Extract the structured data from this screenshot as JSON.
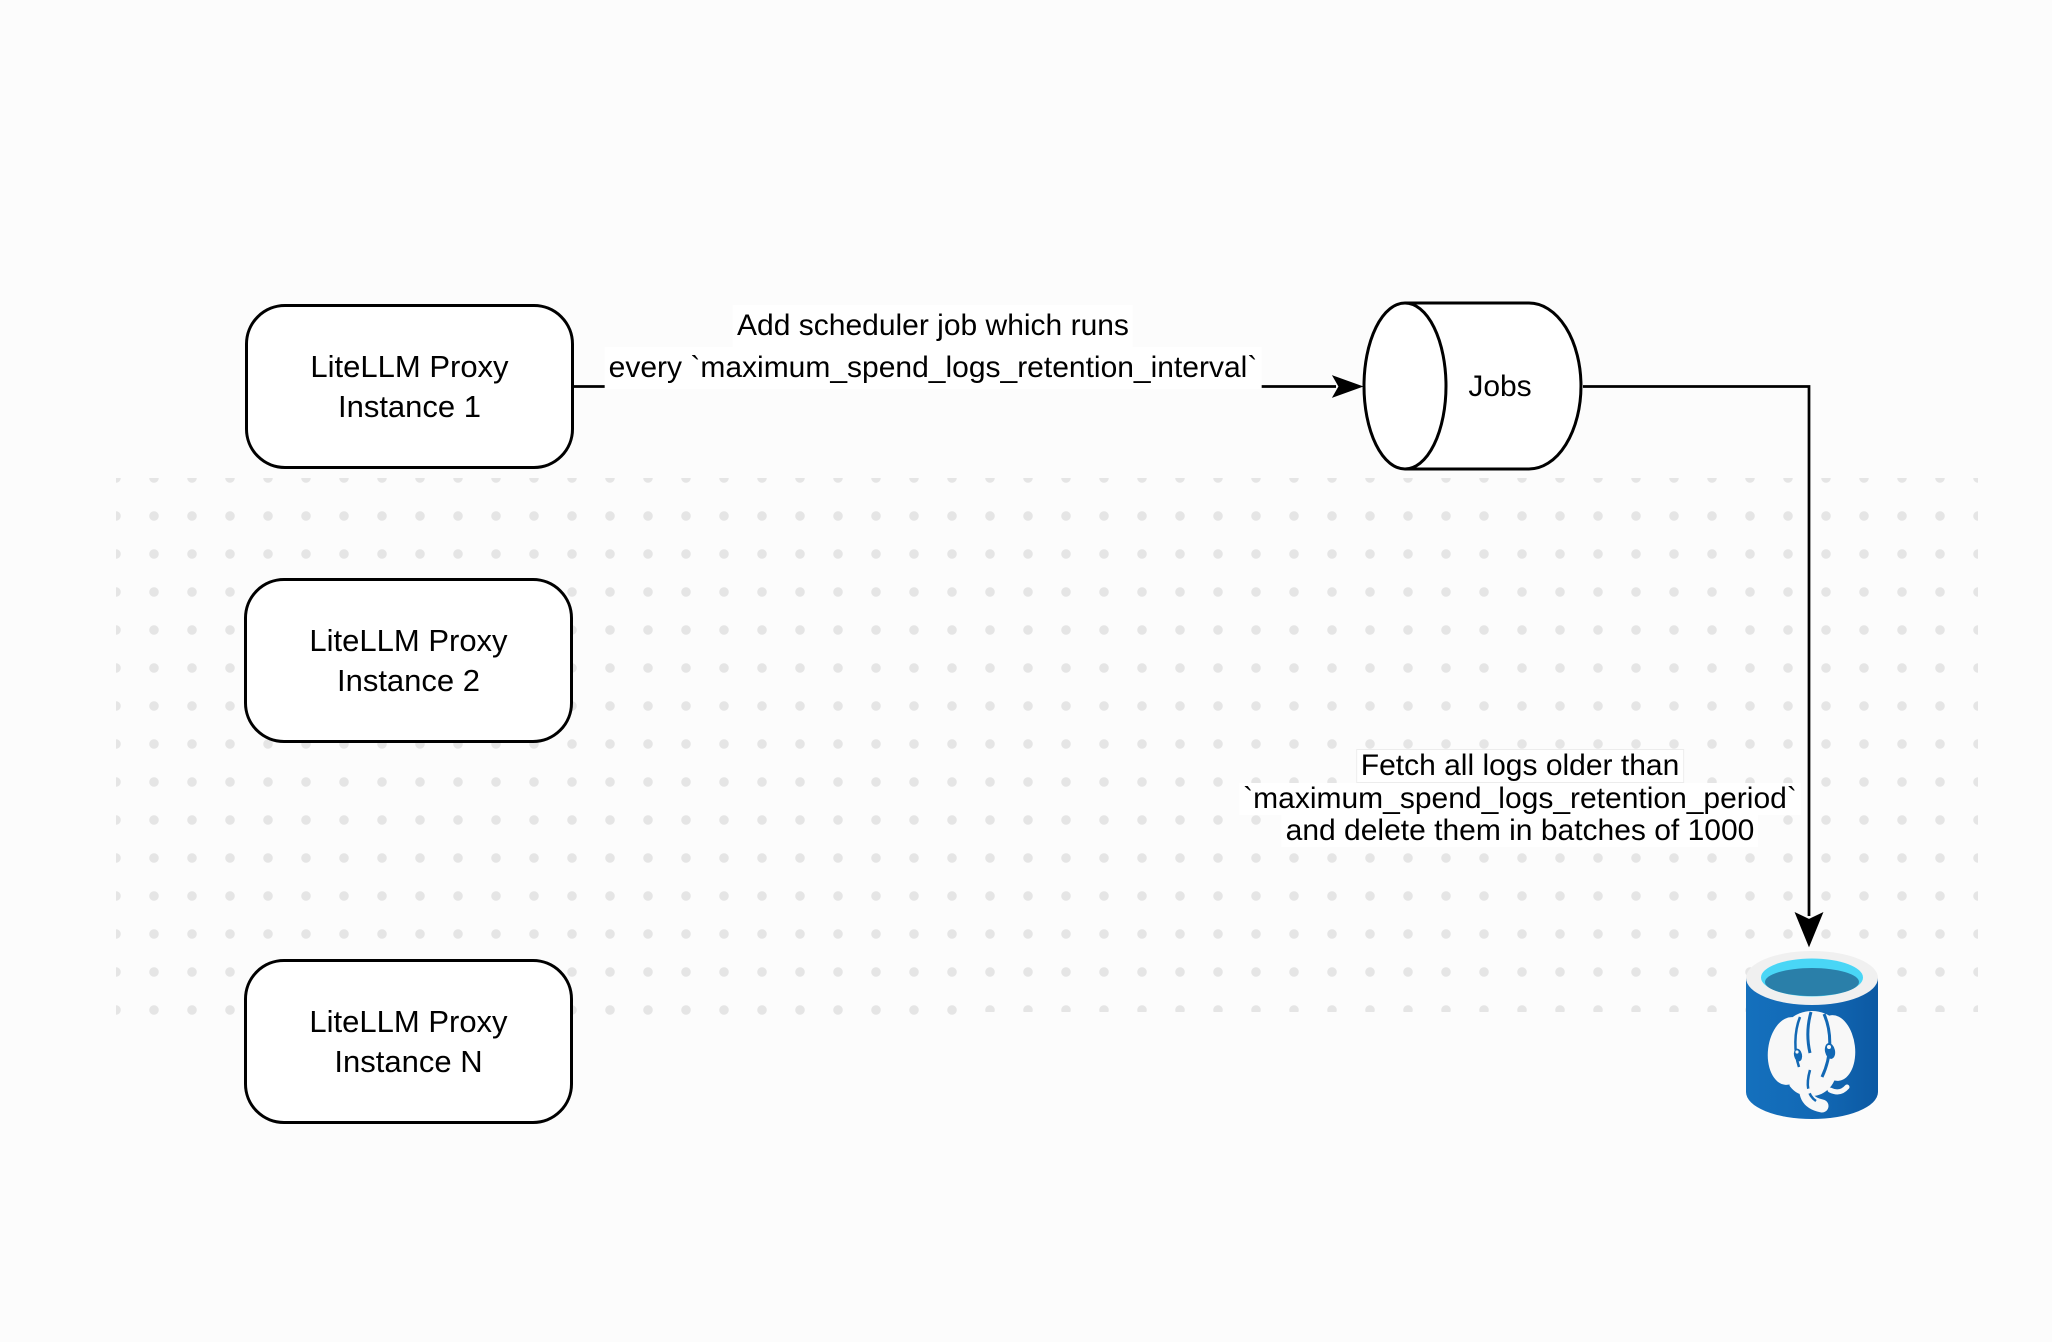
{
  "diagram": {
    "nodes": {
      "proxy_instances": [
        {
          "line1": "LiteLLM Proxy",
          "line2": "Instance 1"
        },
        {
          "line1": "LiteLLM Proxy",
          "line2": "Instance 2"
        },
        {
          "line1": "LiteLLM Proxy",
          "line2": "Instance N"
        }
      ],
      "jobs_queue": {
        "label": "Jobs"
      },
      "database": {
        "icon": "postgresql-database-icon"
      }
    },
    "edge_labels": {
      "scheduler": {
        "line1": "Add scheduler job which runs",
        "line2": "every `maximum_spend_logs_retention_interval`"
      },
      "fetch": {
        "line1": "Fetch all logs older than",
        "line2": "`maximum_spend_logs_retention_period`",
        "line3": "and delete them in batches of 1000"
      }
    },
    "colors": {
      "background": "#fcfcfc",
      "grid_dot": "#e5e5e5",
      "stroke": "#000000",
      "node_fill": "#ffffff",
      "postgres_blue": "#1268b4",
      "postgres_blue_dark": "#0c59a3",
      "postgres_cyan": "#49d6f6",
      "postgres_teal": "#2a7fa9",
      "postgres_rim": "#f0f0f0",
      "elephant_white": "#f8f8f8"
    }
  }
}
